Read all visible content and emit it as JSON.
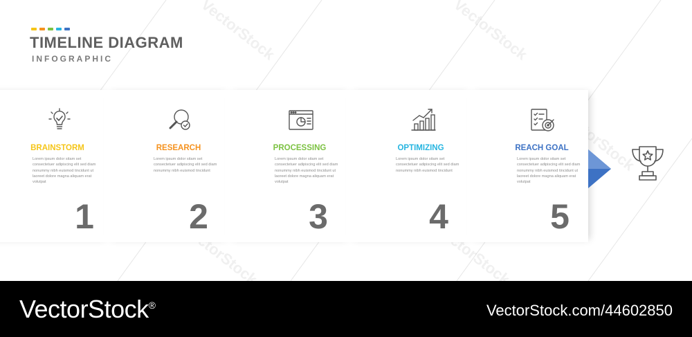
{
  "header": {
    "title": "TIMELINE DIAGRAM",
    "subtitle": "INFOGRAPHIC",
    "dot_colors": [
      "#f5c518",
      "#f5921e",
      "#7cc242",
      "#27b5e0",
      "#3d72c4"
    ]
  },
  "steps": [
    {
      "title": "BRAINSTORM",
      "color": "#f5c518",
      "icon": "lightbulb-icon",
      "number": "1",
      "text": "Lorem ipsum dolor sitam set consectetuer adipiscing elit sed diam nonummy nibh euismod tincidunt ut laoreet dolore magna aliquam erat volutpat"
    },
    {
      "title": "RESEARCH",
      "color": "#f5921e",
      "icon": "magnifier-check-icon",
      "number": "2",
      "text": "Lorem ipsum dolor sitam set consectetuer adipiscing elit sed diam nonummy nibh euismod tincidunt"
    },
    {
      "title": "PROCESSING",
      "color": "#7cc242",
      "icon": "browser-chart-icon",
      "number": "3",
      "text": "Lorem ipsum dolor sitam set consectetuer adipiscing elit sed diam nonummy nibh euismod tincidunt ut laoreet dolore magna aliquam erat volutpat"
    },
    {
      "title": "OPTIMIZING",
      "color": "#27b5e0",
      "icon": "growth-chart-icon",
      "number": "4",
      "text": "Lorem ipsum dolor sitam set consectetuer adipiscing elit sed diam nonummy nibh euismod tincidunt"
    },
    {
      "title": "REACH GOAL",
      "color": "#3d72c4",
      "icon": "checklist-target-icon",
      "number": "5",
      "text": "Lorem ipsum dolor sitam set consectetuer adipiscing elit sed diam nonummy nibh euismod tincidunt ut laoreet dolore magna aliquam erat volutpat"
    }
  ],
  "goal_icon": "trophy-icon",
  "watermark": "VectorStock",
  "footer": {
    "brand": "VectorStock",
    "brand_reg": "®",
    "url": "VectorStock.com/44602850"
  }
}
